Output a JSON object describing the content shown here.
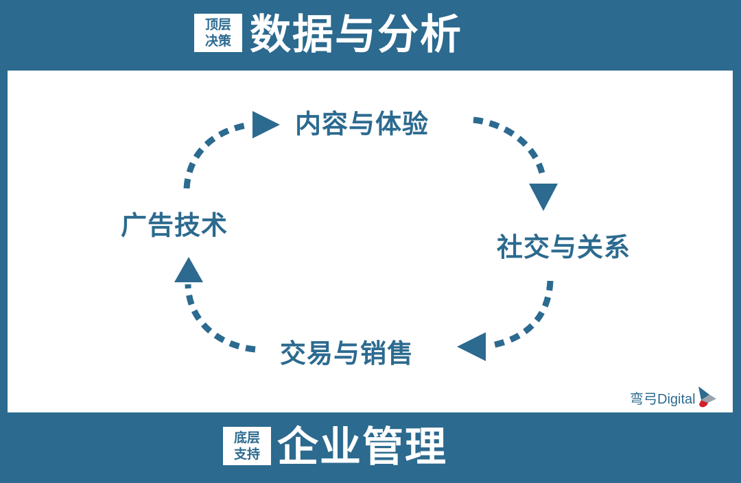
{
  "top": {
    "tag_line1": "顶层",
    "tag_line2": "决策",
    "title": "数据与分析"
  },
  "bottom": {
    "tag_line1": "底层",
    "tag_line2": "支持",
    "title": "企业管理"
  },
  "cycle": {
    "nodes": [
      {
        "label": "内容与体验"
      },
      {
        "label": "社交与关系"
      },
      {
        "label": "交易与销售"
      },
      {
        "label": "广告技术"
      }
    ],
    "direction": "clockwise"
  },
  "logo": {
    "text": "弯弓Digital"
  },
  "colors": {
    "primary": "#2c6a8f",
    "panel": "#ffffff",
    "logo_red": "#d0202a"
  }
}
